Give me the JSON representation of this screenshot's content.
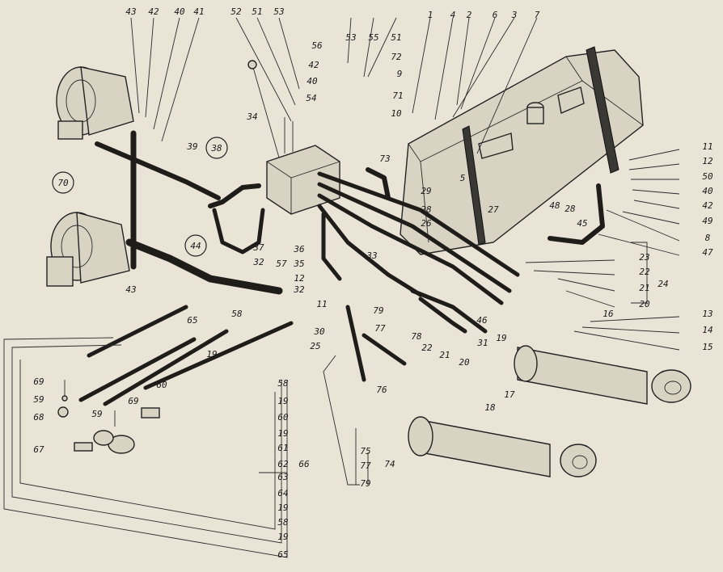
{
  "diagram": {
    "callouts": [
      {
        "key": "c43a",
        "text": "43"
      },
      {
        "key": "c42a",
        "text": "42"
      },
      {
        "key": "c40a",
        "text": "40"
      },
      {
        "key": "c41",
        "text": "41"
      },
      {
        "key": "c52",
        "text": "52"
      },
      {
        "key": "c51a",
        "text": "51"
      },
      {
        "key": "c53a",
        "text": "53"
      },
      {
        "key": "c53b",
        "text": "53"
      },
      {
        "key": "c55",
        "text": "55"
      },
      {
        "key": "c51b",
        "text": "51"
      },
      {
        "key": "c1",
        "text": "1"
      },
      {
        "key": "c4",
        "text": "4"
      },
      {
        "key": "c2",
        "text": "2"
      },
      {
        "key": "c6",
        "text": "6"
      },
      {
        "key": "c3",
        "text": "3"
      },
      {
        "key": "c7",
        "text": "7"
      },
      {
        "key": "c56",
        "text": "56"
      },
      {
        "key": "c72",
        "text": "72"
      },
      {
        "key": "c42b",
        "text": "42"
      },
      {
        "key": "c9",
        "text": "9"
      },
      {
        "key": "c40b",
        "text": "40"
      },
      {
        "key": "c71",
        "text": "71"
      },
      {
        "key": "c54",
        "text": "54"
      },
      {
        "key": "c10",
        "text": "10"
      },
      {
        "key": "c34",
        "text": "34"
      },
      {
        "key": "c39",
        "text": "39"
      },
      {
        "key": "c38",
        "text": "38",
        "circled": true
      },
      {
        "key": "c73",
        "text": "73"
      },
      {
        "key": "c70",
        "text": "70",
        "circled": true
      },
      {
        "key": "c5",
        "text": "5"
      },
      {
        "key": "c11a",
        "text": "11"
      },
      {
        "key": "c12a",
        "text": "12"
      },
      {
        "key": "c50",
        "text": "50"
      },
      {
        "key": "c40c",
        "text": "40"
      },
      {
        "key": "c42c",
        "text": "42"
      },
      {
        "key": "c49",
        "text": "49"
      },
      {
        "key": "c8",
        "text": "8"
      },
      {
        "key": "c47",
        "text": "47"
      },
      {
        "key": "c29",
        "text": "29"
      },
      {
        "key": "c28a",
        "text": "28"
      },
      {
        "key": "c26",
        "text": "26"
      },
      {
        "key": "c27",
        "text": "27"
      },
      {
        "key": "c48",
        "text": "48"
      },
      {
        "key": "c28b",
        "text": "28"
      },
      {
        "key": "c45",
        "text": "45"
      },
      {
        "key": "c37",
        "text": "37"
      },
      {
        "key": "c32a",
        "text": "32"
      },
      {
        "key": "c36",
        "text": "36"
      },
      {
        "key": "c35",
        "text": "35"
      },
      {
        "key": "c12b",
        "text": "12"
      },
      {
        "key": "c33",
        "text": "33"
      },
      {
        "key": "c44",
        "text": "44",
        "circled": true
      },
      {
        "key": "c57",
        "text": "57"
      },
      {
        "key": "c32b",
        "text": "32"
      },
      {
        "key": "c43b",
        "text": "43"
      },
      {
        "key": "c23",
        "text": "23"
      },
      {
        "key": "c22a",
        "text": "22"
      },
      {
        "key": "c21a",
        "text": "21"
      },
      {
        "key": "c24",
        "text": "24"
      },
      {
        "key": "c20a",
        "text": "20"
      },
      {
        "key": "c16",
        "text": "16"
      },
      {
        "key": "c13",
        "text": "13"
      },
      {
        "key": "c14",
        "text": "14"
      },
      {
        "key": "c15",
        "text": "15"
      },
      {
        "key": "c11b",
        "text": "11"
      },
      {
        "key": "c79a",
        "text": "79"
      },
      {
        "key": "c30",
        "text": "30"
      },
      {
        "key": "c25",
        "text": "25"
      },
      {
        "key": "c77a",
        "text": "77"
      },
      {
        "key": "c78",
        "text": "78"
      },
      {
        "key": "c46",
        "text": "46"
      },
      {
        "key": "c31",
        "text": "31"
      },
      {
        "key": "c19a",
        "text": "19"
      },
      {
        "key": "c22b",
        "text": "22"
      },
      {
        "key": "c21b",
        "text": "21"
      },
      {
        "key": "c20b",
        "text": "20"
      },
      {
        "key": "c76",
        "text": "76"
      },
      {
        "key": "c17",
        "text": "17"
      },
      {
        "key": "c18",
        "text": "18"
      },
      {
        "key": "c75",
        "text": "75"
      },
      {
        "key": "c77b",
        "text": "77"
      },
      {
        "key": "c74",
        "text": "74"
      },
      {
        "key": "c79b",
        "text": "79"
      },
      {
        "key": "c58a",
        "text": "58"
      },
      {
        "key": "c65a",
        "text": "65"
      },
      {
        "key": "c19b",
        "text": "19"
      },
      {
        "key": "c60a",
        "text": "60"
      },
      {
        "key": "c69a",
        "text": "69"
      },
      {
        "key": "c59a",
        "text": "59"
      },
      {
        "key": "c68",
        "text": "68"
      },
      {
        "key": "c67",
        "text": "67"
      },
      {
        "key": "c59b",
        "text": "59"
      },
      {
        "key": "c69b",
        "text": "69"
      },
      {
        "key": "c58b",
        "text": "58"
      },
      {
        "key": "c19c",
        "text": "19"
      },
      {
        "key": "c60b",
        "text": "60"
      },
      {
        "key": "c19d",
        "text": "19"
      },
      {
        "key": "c61",
        "text": "61"
      },
      {
        "key": "c62",
        "text": "62"
      },
      {
        "key": "c66",
        "text": "66"
      },
      {
        "key": "c63",
        "text": "63"
      },
      {
        "key": "c64",
        "text": "64"
      },
      {
        "key": "c19e",
        "text": "19"
      },
      {
        "key": "c58c",
        "text": "58"
      },
      {
        "key": "c19f",
        "text": "19"
      },
      {
        "key": "c65b",
        "text": "65"
      }
    ]
  }
}
